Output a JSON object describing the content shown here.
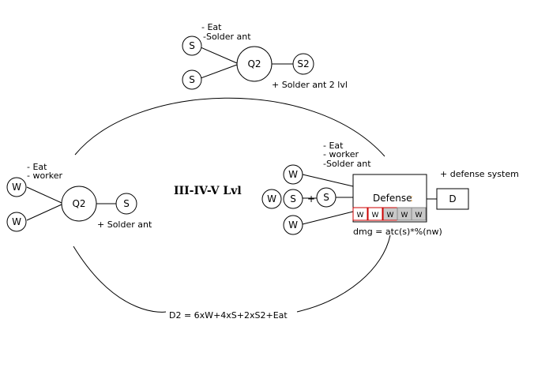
{
  "center_title": "III-IV-V Lvl",
  "formula": "D2 = 6xW+4xS+2xS2+Eat",
  "top": {
    "notes": [
      "- Eat",
      "-Solder ant"
    ],
    "inputs": [
      "S",
      "S"
    ],
    "queen": "Q2",
    "output": "S2",
    "result": "+ Solder ant 2 lvl"
  },
  "left": {
    "notes": [
      "- Eat",
      "- worker"
    ],
    "inputs": [
      "W",
      "W"
    ],
    "queen": "Q2",
    "output": "S",
    "result": "+ Solder ant"
  },
  "right": {
    "notes": [
      "- Eat",
      "- worker",
      "-Solder ant"
    ],
    "inputs": [
      "W",
      "W",
      "S",
      "W",
      "S"
    ],
    "plus": "+",
    "box_label": "Defense",
    "box_colon": ":",
    "cells": [
      "W",
      "W",
      "W",
      "W",
      "W"
    ],
    "output": "D",
    "result": "+ defense system",
    "damage": "dmg = atc(s)*%(nw)"
  },
  "colors": {
    "stroke": "#000000",
    "colon_accent": "#e8a040",
    "cell_red_border": "#cc0000",
    "cell_gray_fill": "#c8c8c8"
  }
}
